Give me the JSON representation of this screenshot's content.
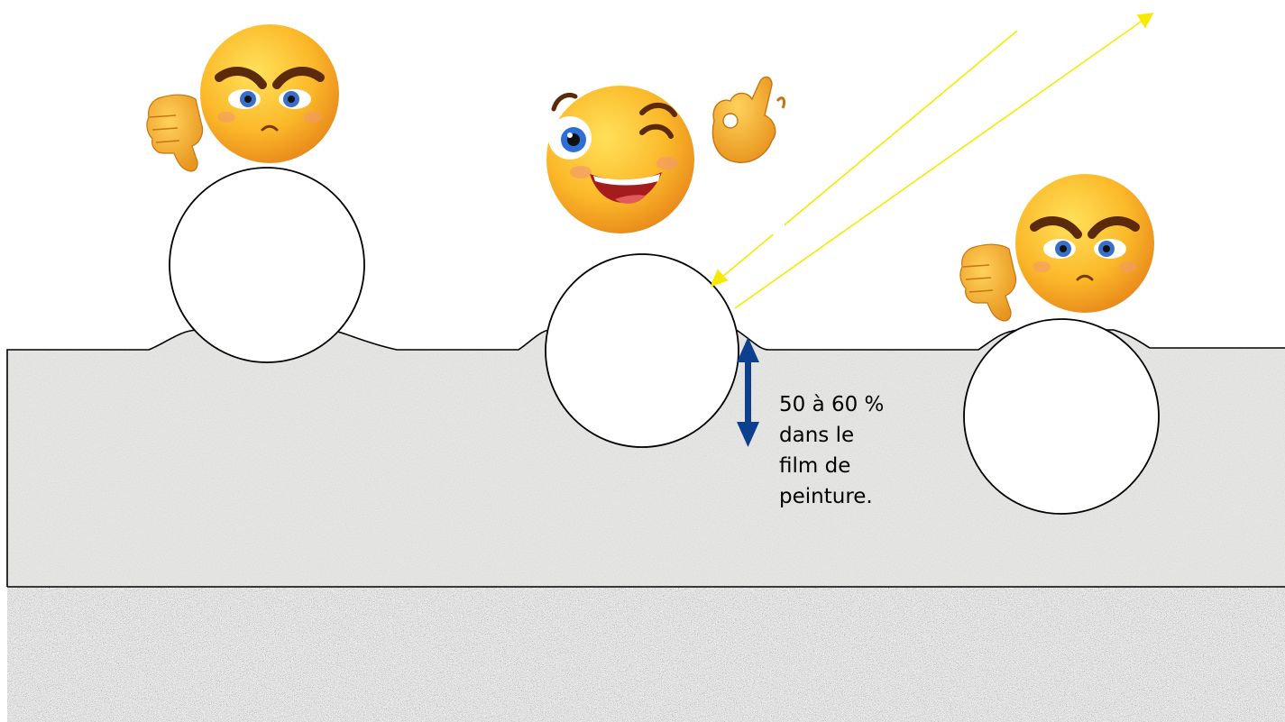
{
  "caption": {
    "lines": [
      "50 à 60 %",
      "dans le",
      "film de",
      "peinture."
    ]
  },
  "emojis": [
    {
      "name": "angry-face-thumbs-down",
      "mood": "disapprove",
      "hand": "thumbs-down"
    },
    {
      "name": "winking-face-ok-hand",
      "mood": "approve",
      "hand": "ok-sign"
    },
    {
      "name": "angry-face-thumbs-down",
      "mood": "disapprove",
      "hand": "thumbs-down"
    }
  ],
  "colors": {
    "paint_film": "#ececea",
    "substrate": "#9a9a9a",
    "light_ray": "#f5ea00",
    "measure_arrow": "#0d3f8f",
    "outline": "#000000"
  }
}
